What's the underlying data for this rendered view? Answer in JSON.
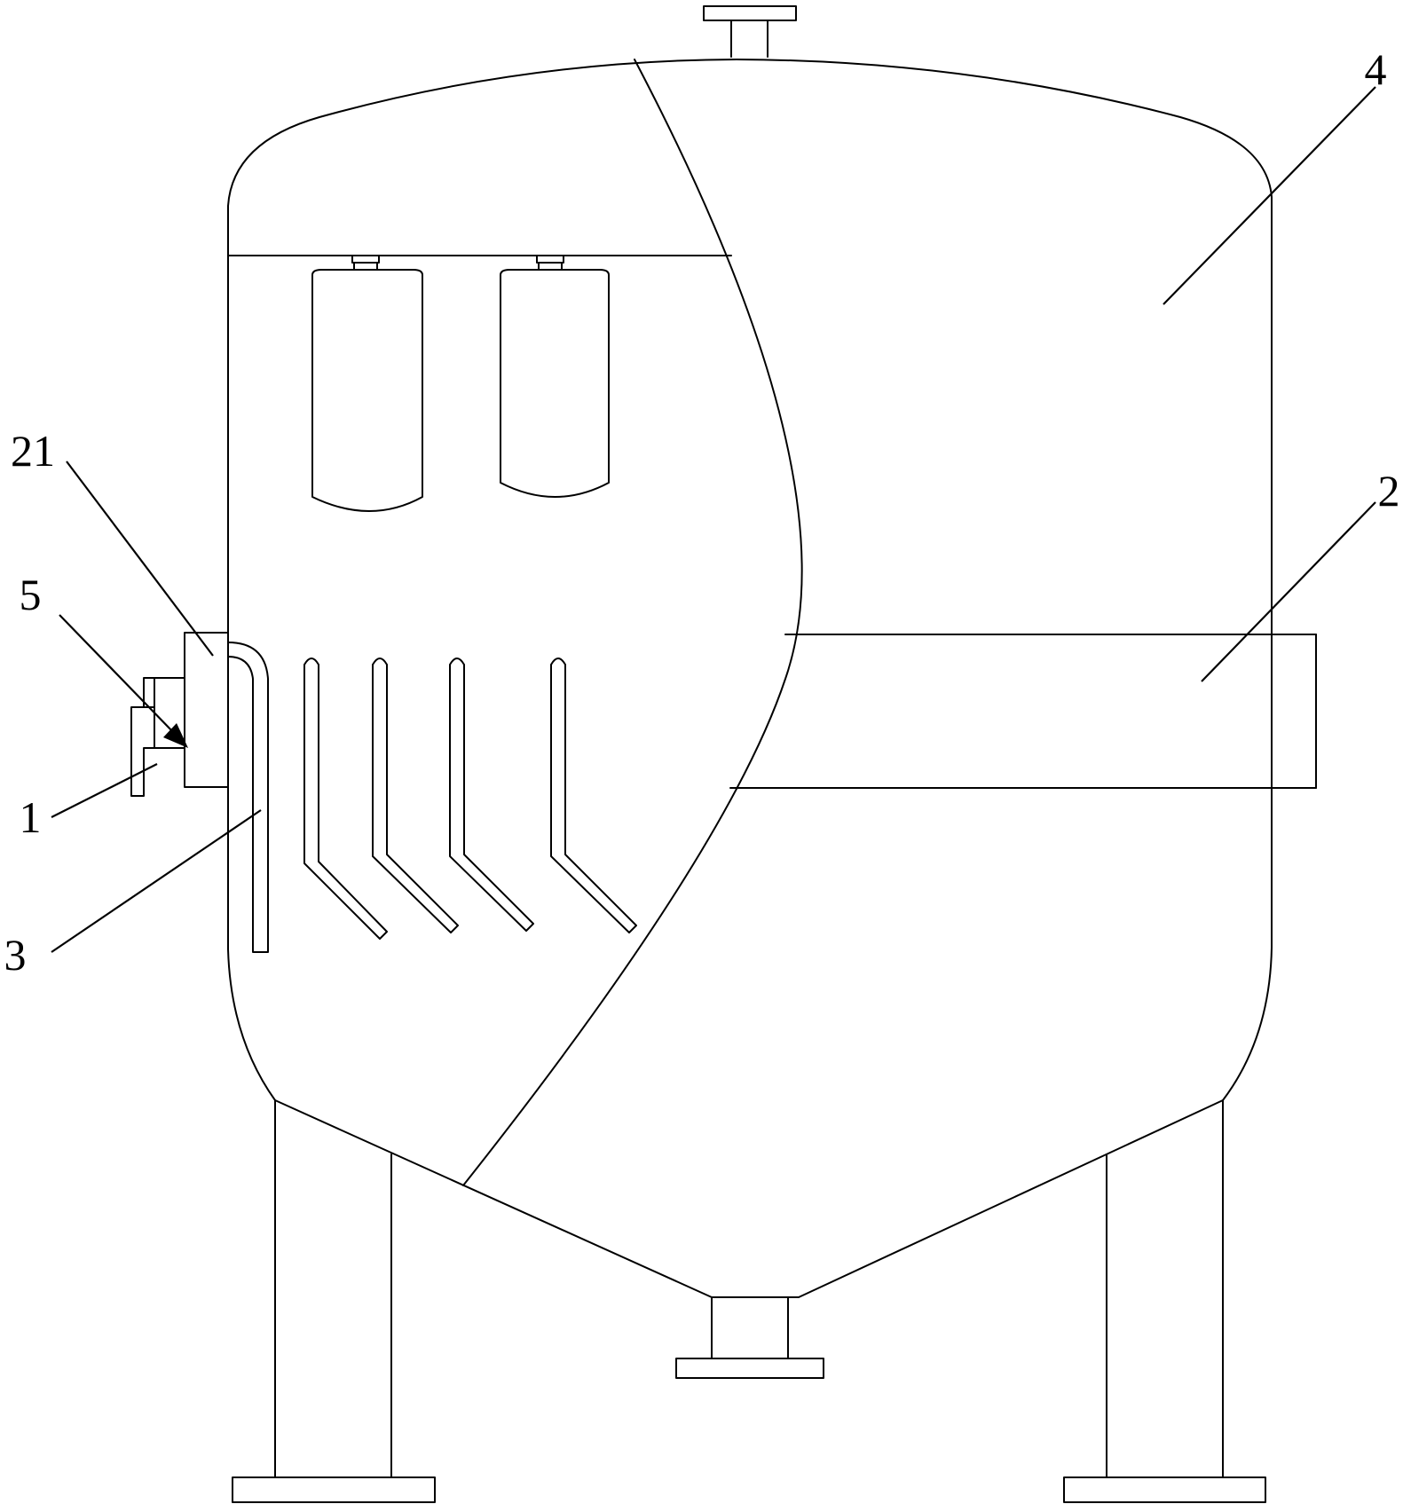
{
  "labels": {
    "part_1": "1",
    "part_2": "2",
    "part_3": "3",
    "part_4": "4",
    "part_5": "5",
    "part_21": "21"
  },
  "colors": {
    "line": "#000000",
    "background": "#ffffff"
  }
}
